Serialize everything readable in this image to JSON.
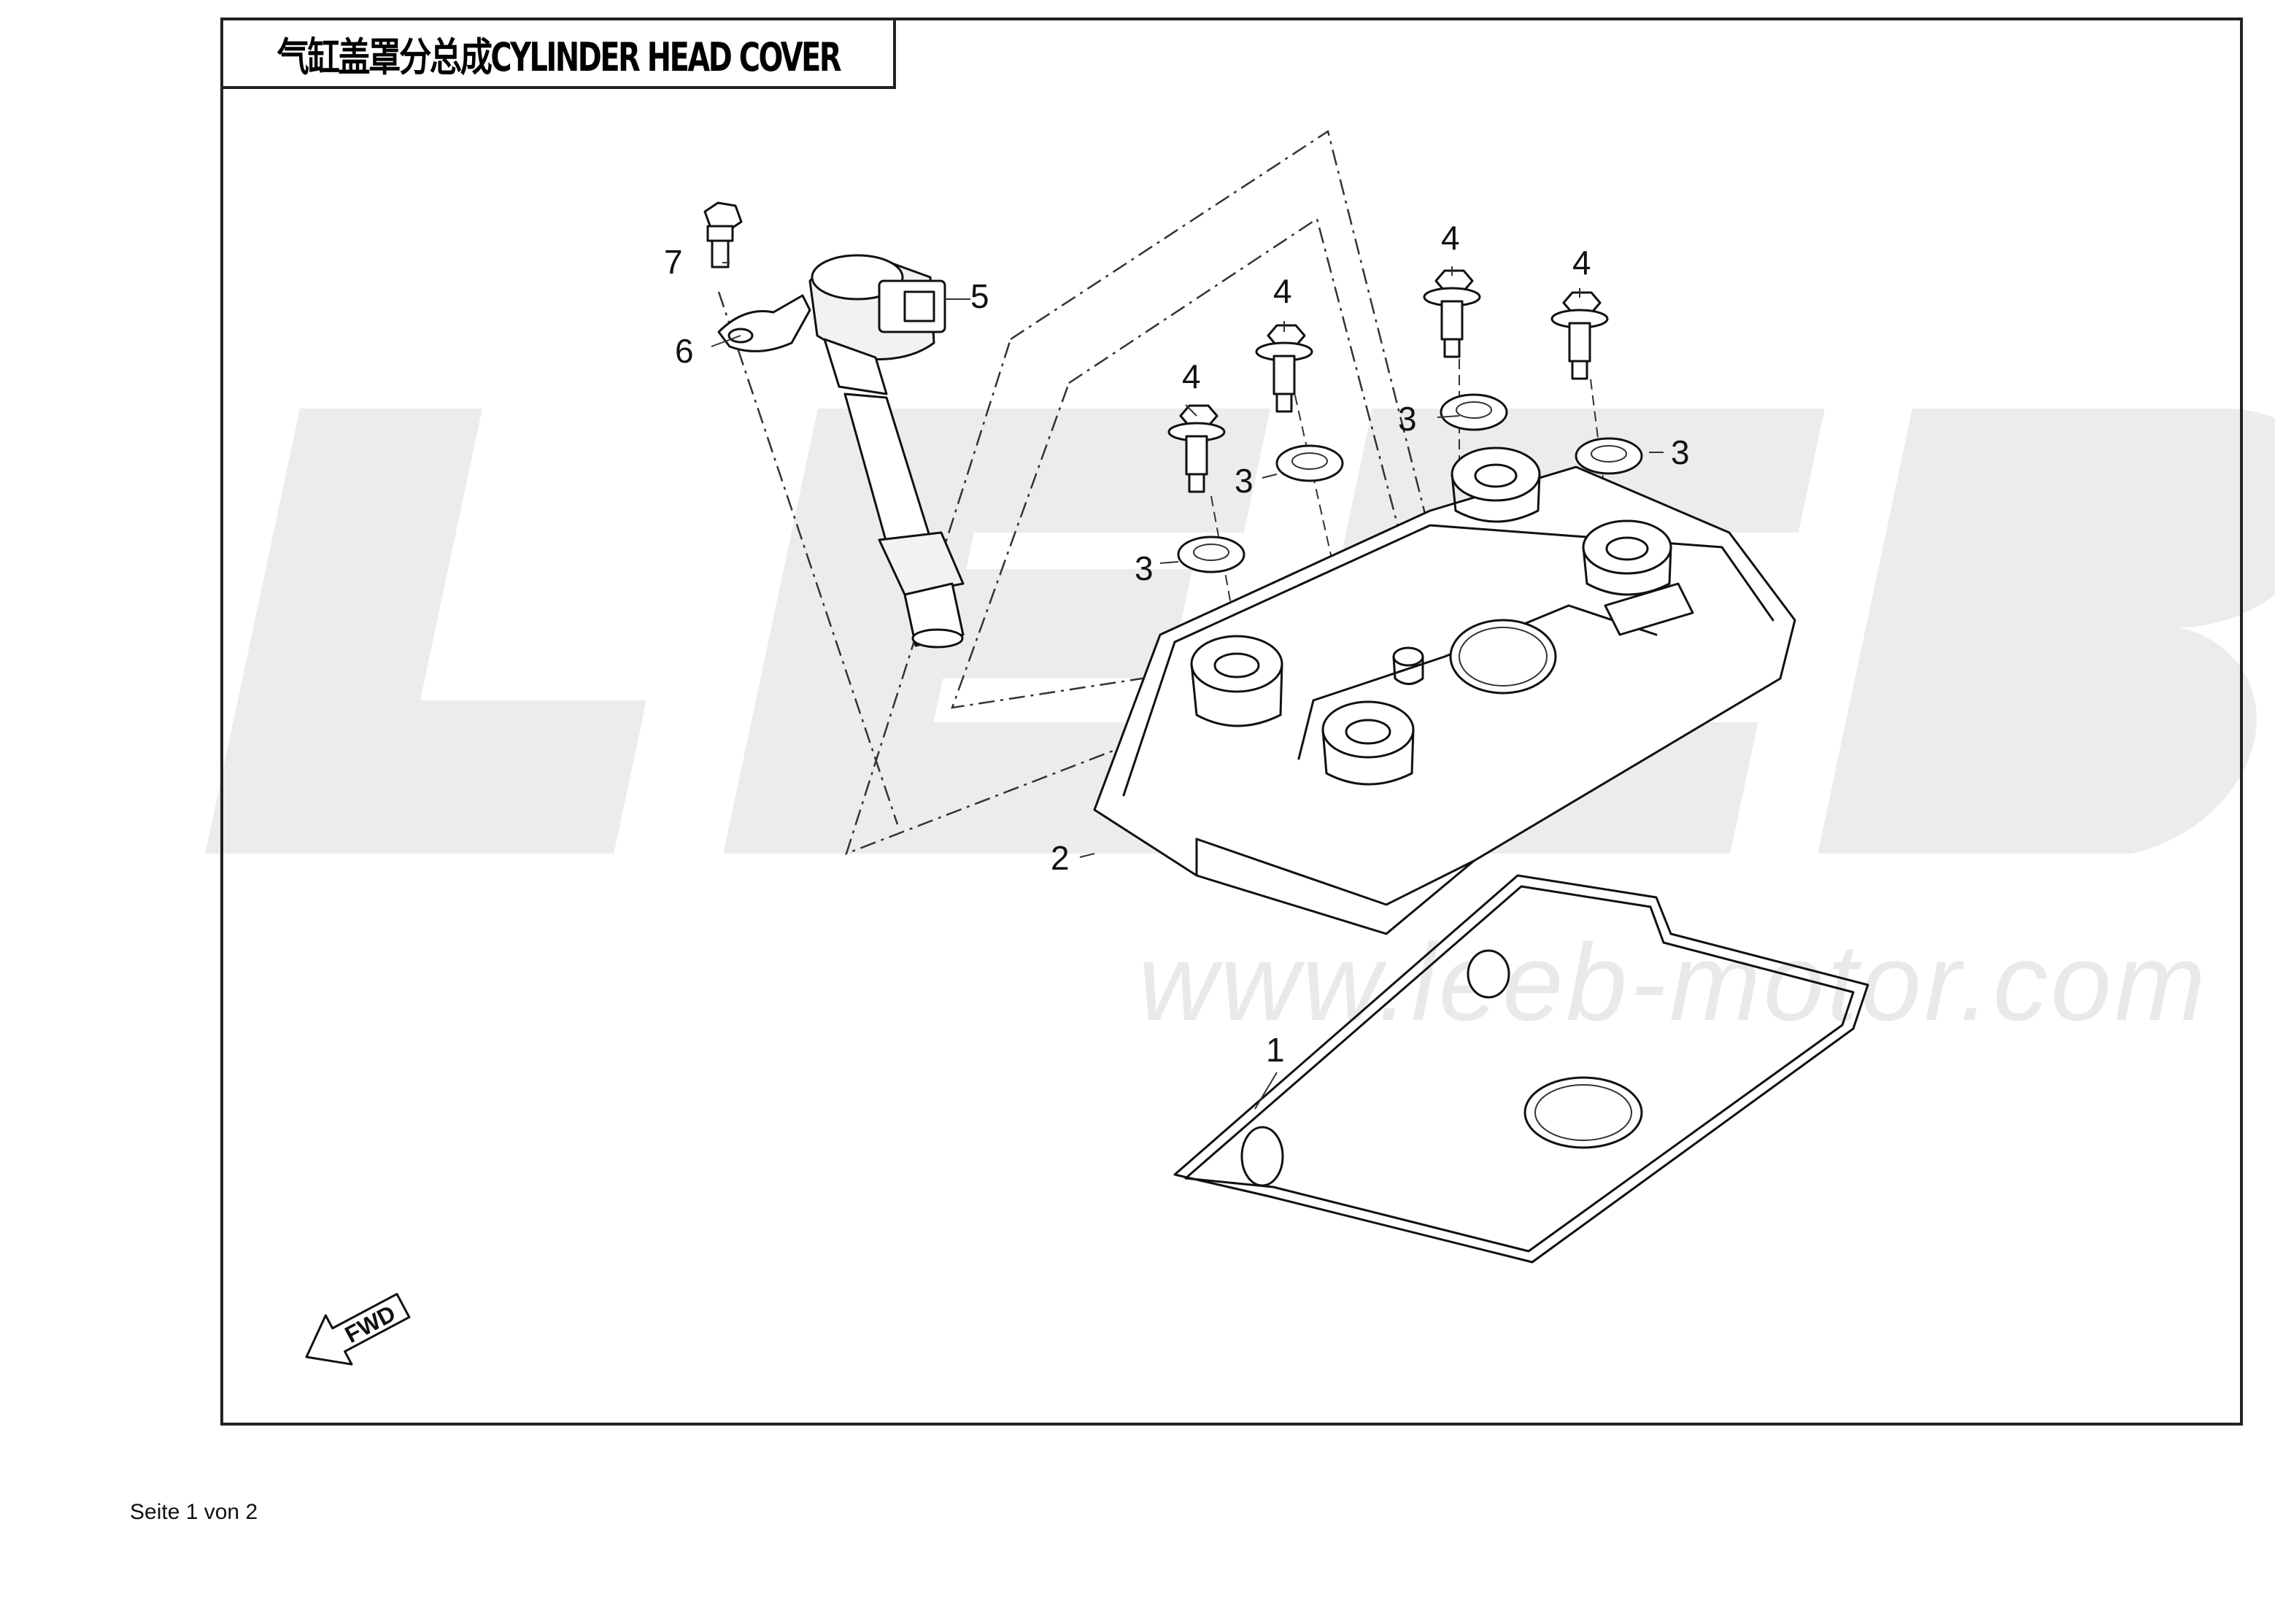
{
  "title": "气缸盖罩分总成CYLINDER HEAD COVER",
  "watermark": {
    "brand": "LEEB",
    "url": "www.leeb-motor.com"
  },
  "fwd_label": "FWD",
  "footer": "Seite 1 von 2",
  "callouts": {
    "gasket": "1",
    "cover": "2",
    "seal_a": "3",
    "seal_b": "3",
    "seal_c": "3",
    "seal_d": "3",
    "bolt_a": "4",
    "bolt_b": "4",
    "bolt_c": "4",
    "bolt_d": "4",
    "ignition_coil": "5",
    "bracket": "6",
    "coil_bolt": "7"
  }
}
